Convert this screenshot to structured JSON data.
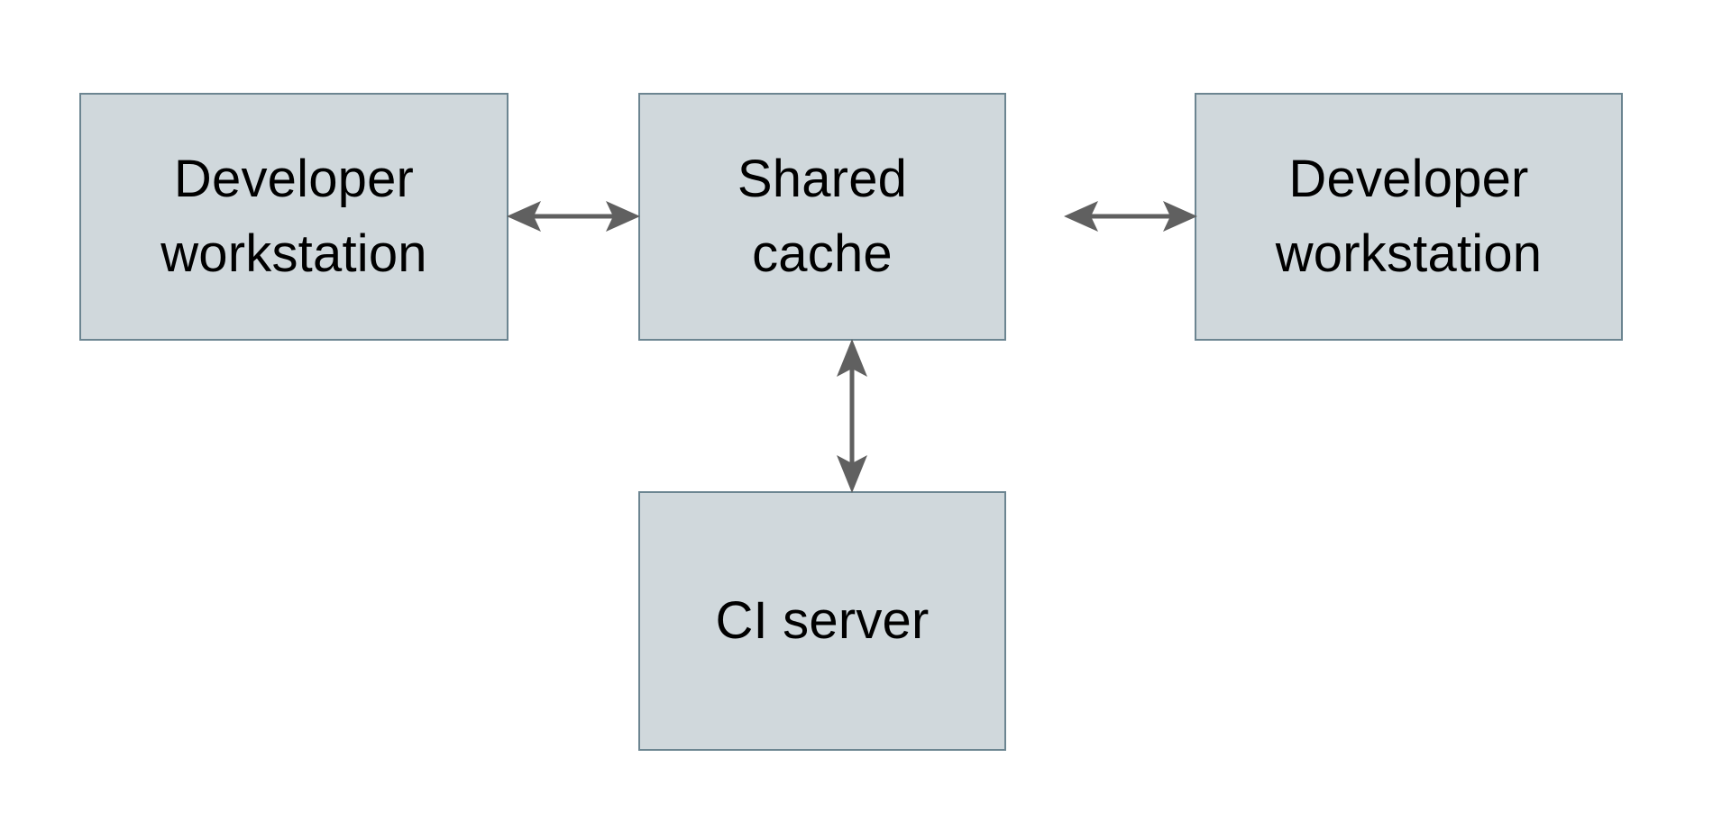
{
  "diagram": {
    "type": "block-diagram",
    "background_color": "#ffffff",
    "node_fill_color": "#d0d8dc",
    "node_border_color": "#6c8591",
    "edge_color": "#606060",
    "text_color": "#000000",
    "nodes": [
      {
        "id": "developer-workstation-left",
        "label": "Developer\nworkstation",
        "shape": "rectangle"
      },
      {
        "id": "shared-cache",
        "label": "Shared\ncache",
        "shape": "rectangle"
      },
      {
        "id": "developer-workstation-right",
        "label": "Developer\nworkstation",
        "shape": "rectangle"
      },
      {
        "id": "ci-server",
        "label": "CI server",
        "shape": "rectangle"
      }
    ],
    "edges": [
      {
        "id": "edge-left-workstation-shared-cache",
        "from": "developer-workstation-left",
        "to": "shared-cache",
        "direction": "bidirectional",
        "orientation": "horizontal",
        "label": ""
      },
      {
        "id": "edge-shared-cache-right-workstation",
        "from": "shared-cache",
        "to": "developer-workstation-right",
        "direction": "bidirectional",
        "orientation": "horizontal",
        "label": ""
      },
      {
        "id": "edge-shared-cache-ci-server",
        "from": "shared-cache",
        "to": "ci-server",
        "direction": "bidirectional",
        "orientation": "vertical",
        "label": ""
      }
    ]
  }
}
